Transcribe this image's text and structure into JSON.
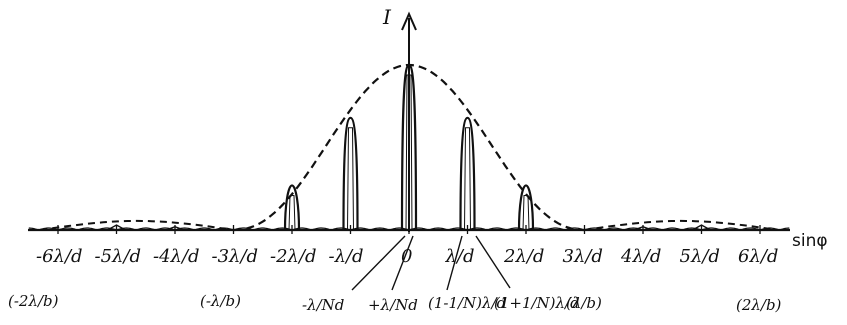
{
  "figure": {
    "ylabel": "I",
    "xlabel": "sinφ",
    "colors": {
      "ink": "#111111",
      "background": "#ffffff"
    }
  },
  "chart_data": {
    "type": "line",
    "xlabel": "sinφ",
    "ylabel": "I",
    "x_unit": "λ/d",
    "xlim": [
      -6.6,
      6.8
    ],
    "ylim": [
      0,
      1.1
    ],
    "principal_maxima": {
      "x": [
        -2,
        -1,
        0,
        1,
        2
      ],
      "values": [
        0.27,
        0.68,
        1.0,
        0.68,
        0.27
      ]
    },
    "envelope": {
      "description_points_x": [
        -6,
        -5,
        -4,
        -3,
        -2,
        -1,
        0,
        1,
        2,
        3,
        4,
        5,
        6
      ],
      "values": [
        0.0,
        0.05,
        0.02,
        0.0,
        0.27,
        0.68,
        1.0,
        0.68,
        0.27,
        0.0,
        0.02,
        0.05,
        0.0
      ]
    },
    "secondary_maxima_x": [
      -5,
      -4,
      4,
      5
    ],
    "secondary_maxima_values": [
      0.03,
      0.02,
      0.02,
      0.03
    ],
    "tick_labels": [
      "-6λ/d",
      "-5λ/d",
      "-4λ/d",
      "-3λ/d",
      "-2λ/d",
      "-λ/d",
      "0",
      "λ/d",
      "2λ/d",
      "3λ/d",
      "4λ/d",
      "5λ/d",
      "6λ/d"
    ],
    "lower_labels": [
      "(-2λ/b)",
      "(-λ/b)",
      "-λ/Nd",
      "+λ/Nd",
      "(1-1/N)λ/d",
      "(1+1/N)λ/d",
      "(λ/b)",
      "(2λ/b)"
    ]
  }
}
